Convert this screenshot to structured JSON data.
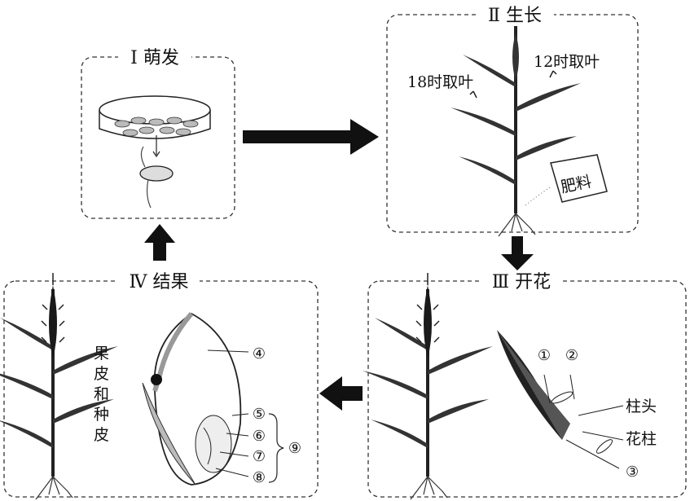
{
  "stages": {
    "germination": {
      "title": "Ⅰ 萌发"
    },
    "growth": {
      "title": "Ⅱ 生长",
      "label_18h": "18时取叶",
      "label_12h": "12时取叶",
      "fertilizer": "肥料"
    },
    "flowering": {
      "title": "Ⅲ 开花",
      "num1": "①",
      "num2": "②",
      "num3": "③",
      "stigma": "柱头",
      "style": "花柱"
    },
    "fruiting": {
      "title": "Ⅳ 结果",
      "pericarp_label": [
        "果",
        "皮",
        "和",
        "种",
        "皮"
      ],
      "num4": "④",
      "num5": "⑤",
      "num6": "⑥",
      "num7": "⑦",
      "num8": "⑧",
      "num9": "⑨"
    }
  }
}
